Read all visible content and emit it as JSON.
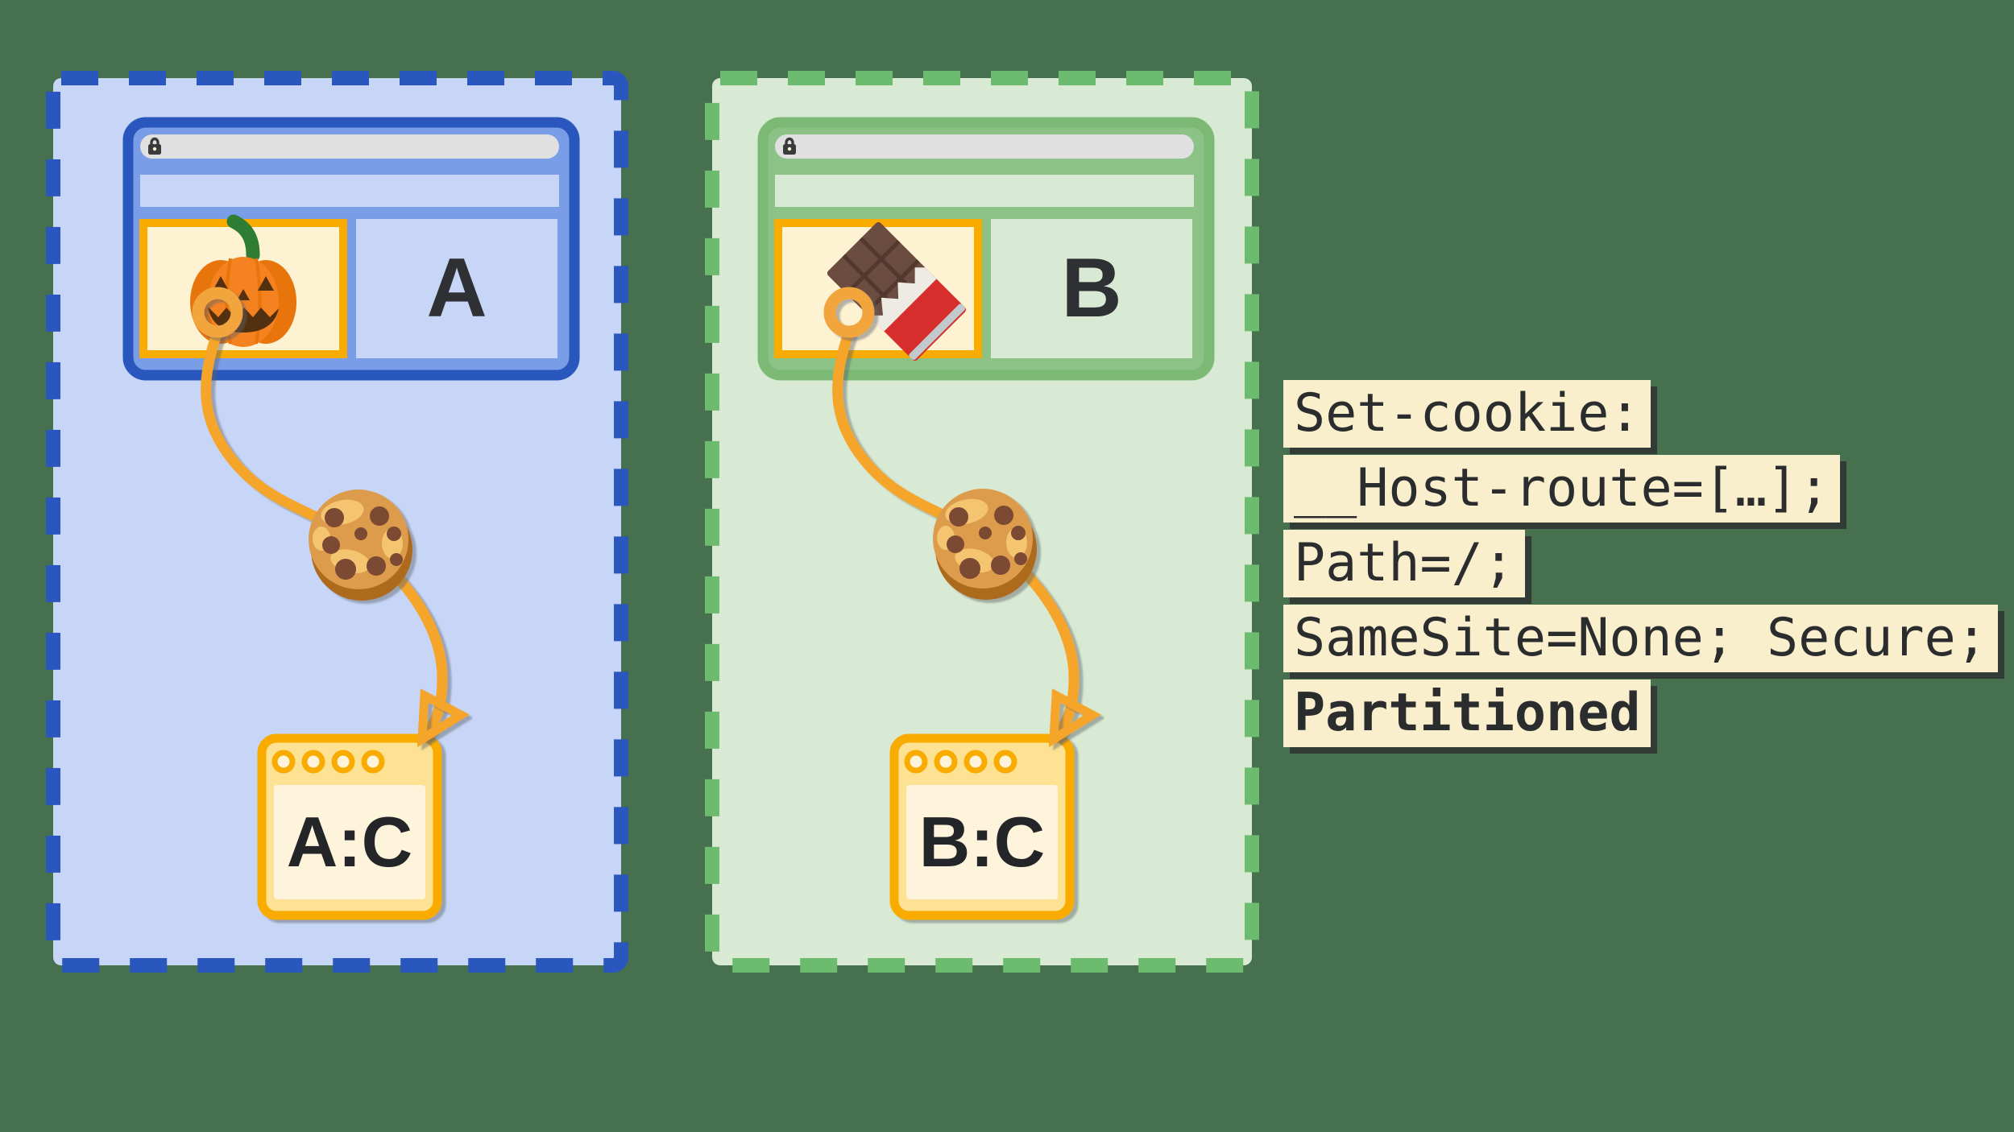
{
  "colors": {
    "background": "#47704E",
    "site_a_dash": "#2A57BE",
    "site_a_fill": "#C7D6F6",
    "site_a_window": "#7A9DE8",
    "site_b_dash": "#6CBB6F",
    "site_b_fill": "#D8EAD3",
    "site_b_window": "#8DC287",
    "url_bar": "#E0E0E0",
    "cookie_accent": "#F9AB00",
    "thread_orange": "#F5A62B",
    "iframe_fill": "#FDF2D2",
    "jar_fill": "#FDE293",
    "jar_inner_fill": "#FEF4DB",
    "code_box_bg": "#FAEFCD",
    "code_text": "#2B2C2E"
  },
  "site_a": {
    "label": "A",
    "jar_label": "A:C",
    "embed_icon": "pumpkin-icon"
  },
  "site_b": {
    "label": "B",
    "jar_label": "B:C",
    "embed_icon": "chocolate-icon"
  },
  "icons": {
    "url_bar": "lock-icon",
    "thread_start": "ring-marker",
    "thread_item": "cookie-icon",
    "thread_end": "arrowhead"
  },
  "set_cookie_snippet": {
    "lines": [
      {
        "text": "Set-cookie:",
        "bold": false
      },
      {
        "text": "__Host-route=[…];",
        "bold": false
      },
      {
        "text": "Path=/;",
        "bold": false
      },
      {
        "text": "SameSite=None; Secure;",
        "bold": false
      },
      {
        "text": "Partitioned",
        "bold": true
      }
    ]
  }
}
